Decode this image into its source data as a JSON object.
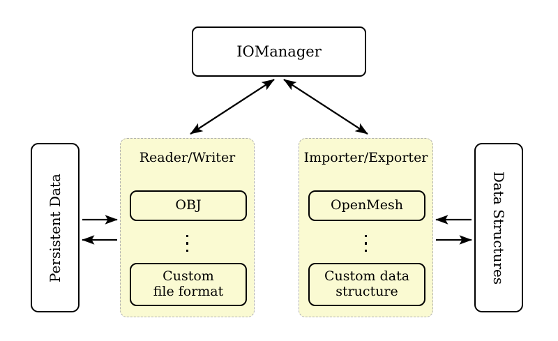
{
  "diagram": {
    "title_node": {
      "label": "IOManager"
    },
    "side_nodes": {
      "left": {
        "label": "Persistent Data",
        "orientation": "rotated-ccw"
      },
      "right": {
        "label": "Data Structures",
        "orientation": "rotated-cw"
      }
    },
    "panels": [
      {
        "id": "reader-writer",
        "title": "Reader/Writer",
        "items": [
          {
            "label": "OBJ"
          },
          {
            "label": "Custom\nfile format",
            "line1": "Custom",
            "line2": "file format"
          }
        ],
        "ellipsis": "vertical-dots"
      },
      {
        "id": "importer-exporter",
        "title": "Importer/Exporter",
        "items": [
          {
            "label": "OpenMesh"
          },
          {
            "label": "Custom data\nstructure",
            "line1": "Custom data",
            "line2": "structure"
          }
        ],
        "ellipsis": "vertical-dots"
      }
    ],
    "connectors": [
      {
        "name": "iomanager-to-reader-writer",
        "style": "double-headed",
        "direction": "bidirectional"
      },
      {
        "name": "iomanager-to-importer-exporter",
        "style": "double-headed",
        "direction": "bidirectional"
      },
      {
        "name": "persistent-data-to-reader-writer",
        "style": "single-headed",
        "direction": "right"
      },
      {
        "name": "reader-writer-to-persistent-data",
        "style": "single-headed",
        "direction": "left"
      },
      {
        "name": "data-structures-to-importer-exporter",
        "style": "single-headed",
        "direction": "left"
      },
      {
        "name": "importer-exporter-to-data-structures",
        "style": "single-headed",
        "direction": "right"
      }
    ],
    "colors": {
      "panel_fill": "#fafad2",
      "panel_border": "#b0b0b0",
      "node_border": "#000000",
      "node_fill": "#ffffff",
      "background": "#ffffff"
    }
  }
}
